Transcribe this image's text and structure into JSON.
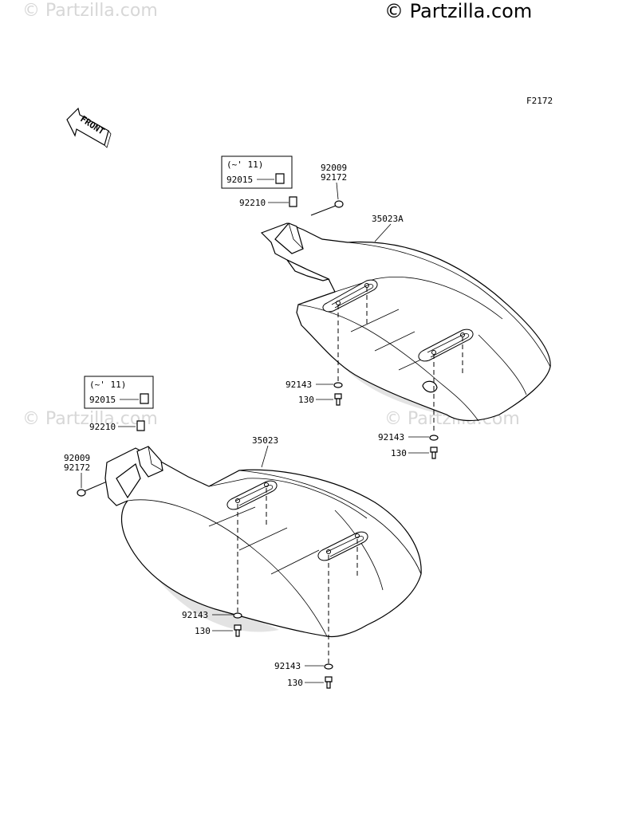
{
  "watermarks": {
    "main": "© Partzilla.com",
    "faint": "© Partzilla.com"
  },
  "figure_code": "F2172",
  "front_arrow_label": "FRONT",
  "upper_assembly": {
    "note_box": {
      "note": "(~' 11)",
      "part": "92015"
    },
    "clip": "92210",
    "screw": [
      "92009",
      "92172"
    ],
    "fender": "35023A",
    "washer_1": "92143",
    "bolt_1": "130",
    "washer_2": "92143",
    "bolt_2": "130"
  },
  "lower_assembly": {
    "note_box": {
      "note": "(~' 11)",
      "part": "92015"
    },
    "clip": "92210",
    "screw": [
      "92009",
      "92172"
    ],
    "fender": "35023",
    "washer_1": "92143",
    "bolt_1": "130",
    "washer_2": "92143",
    "bolt_2": "130"
  }
}
